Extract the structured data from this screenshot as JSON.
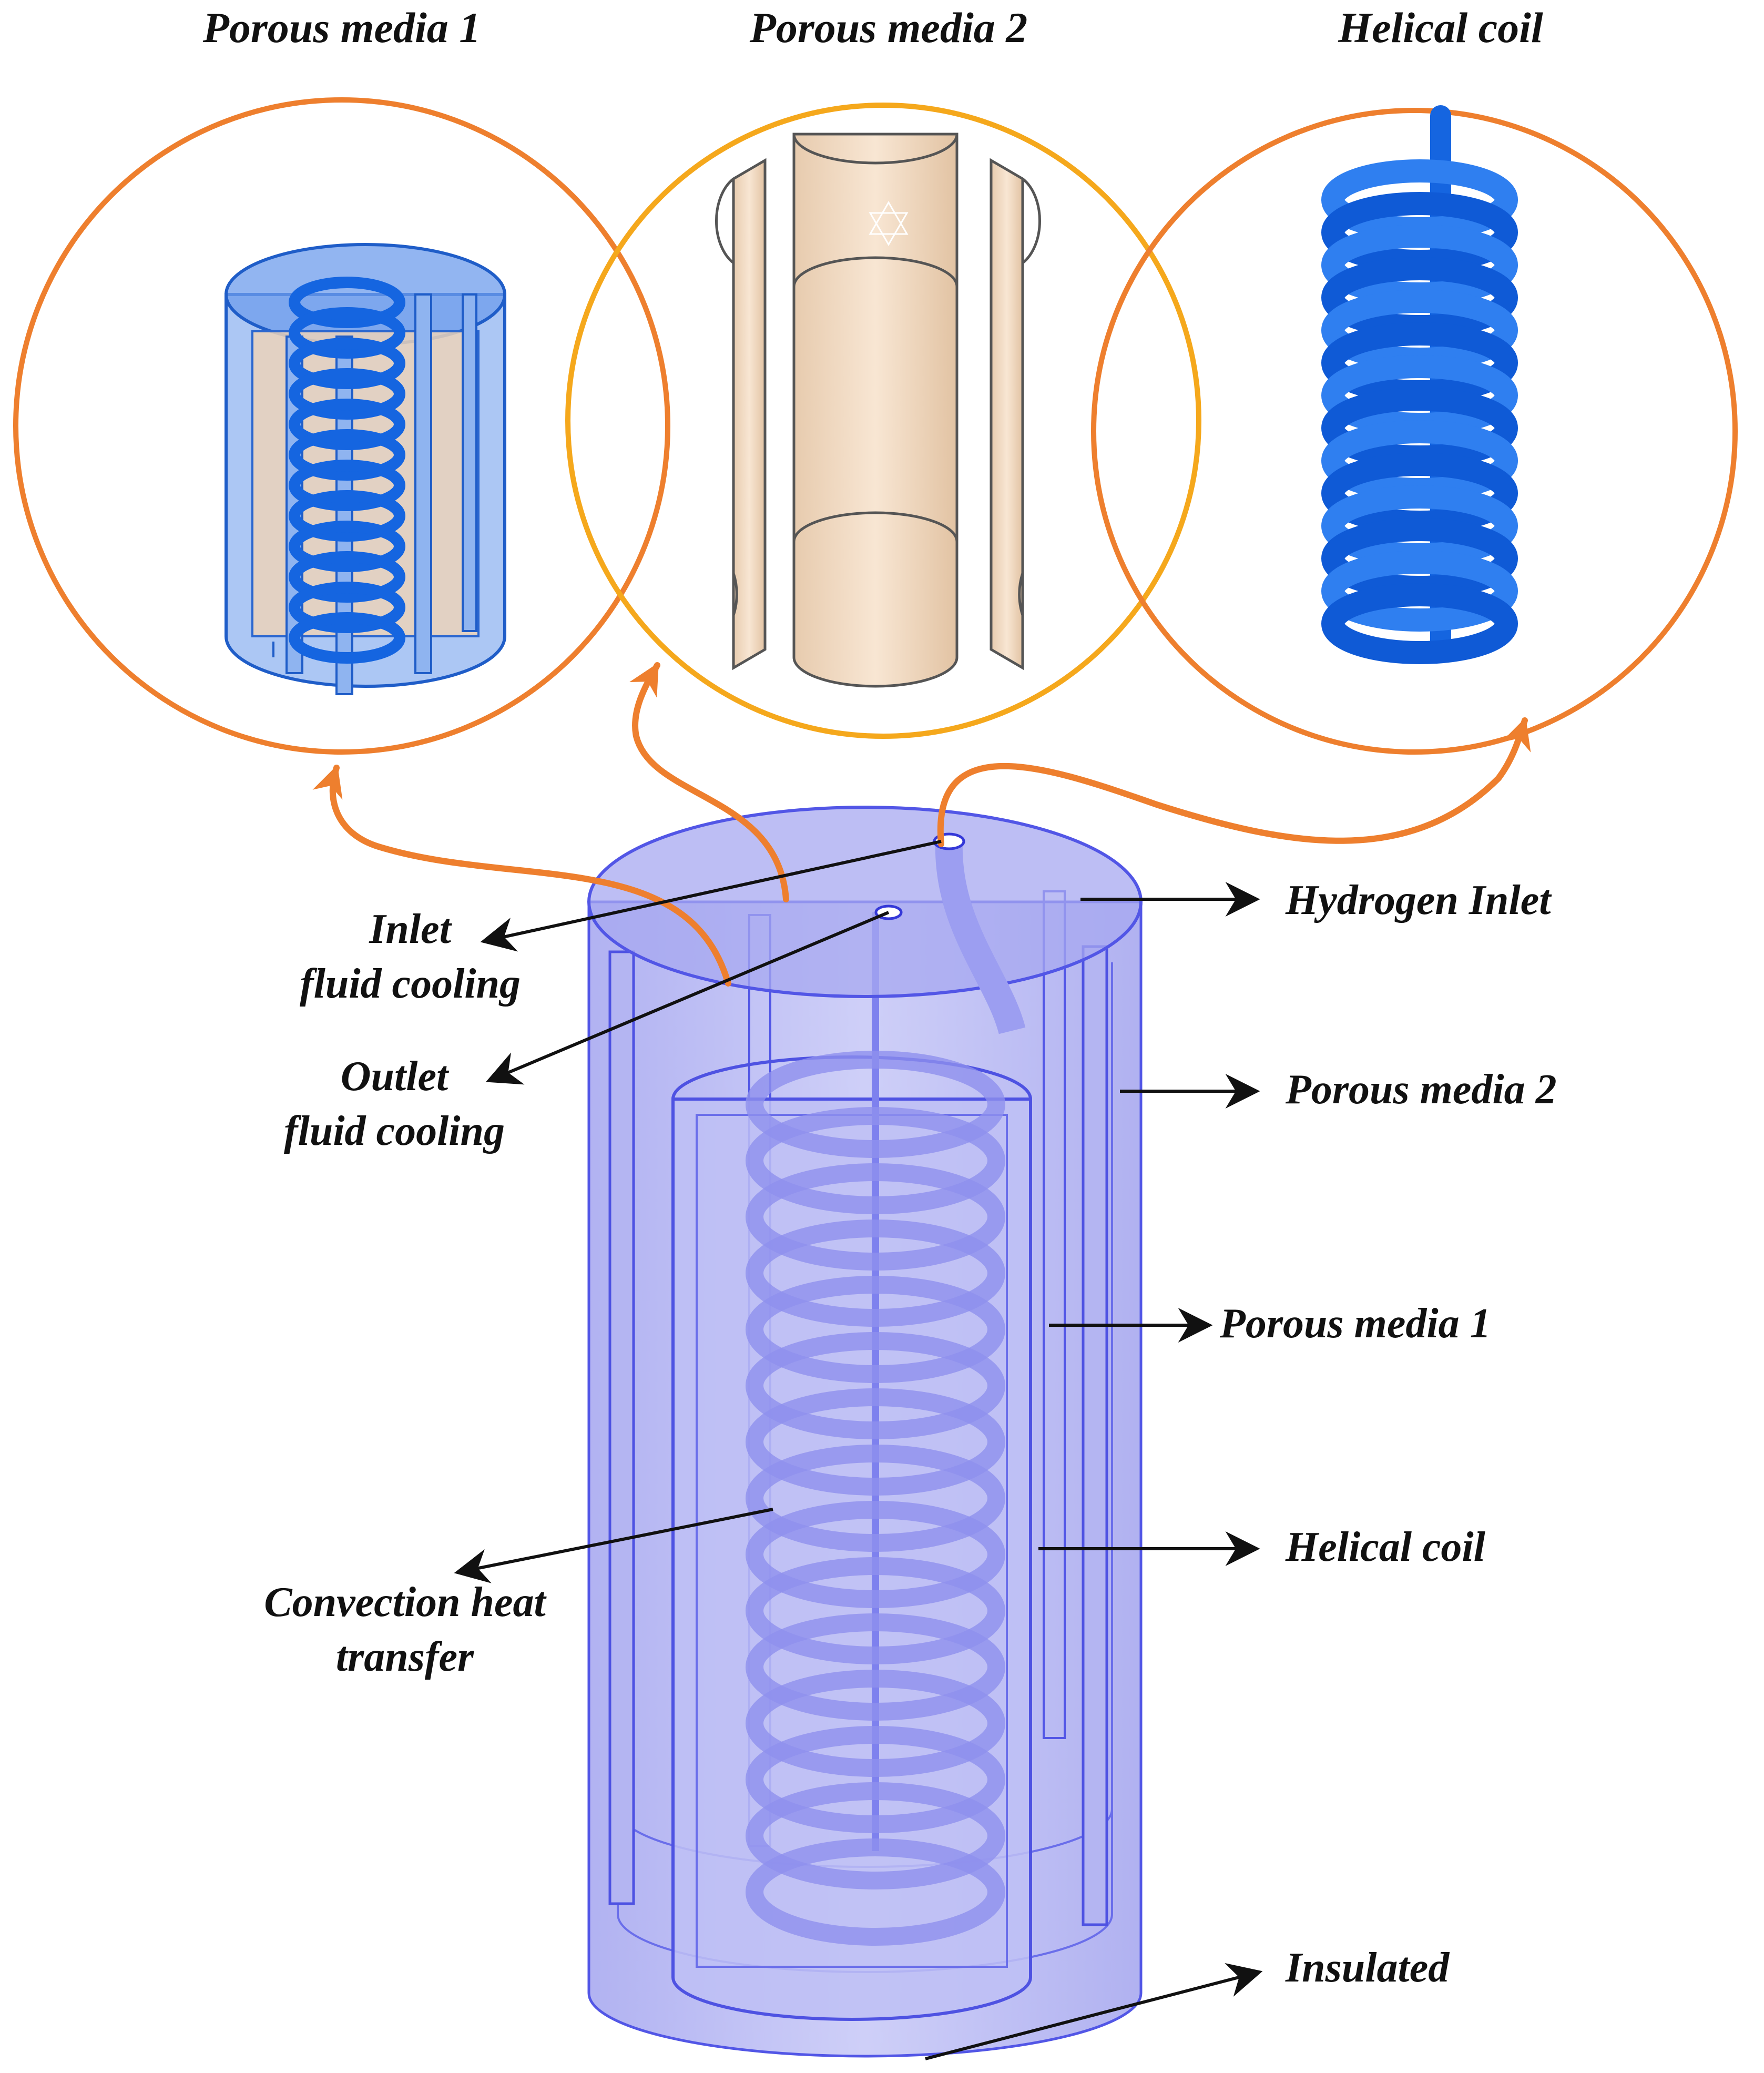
{
  "panels": {
    "porous_media_1": {
      "title": "Porous media 1"
    },
    "porous_media_2": {
      "title": "Porous media 2"
    },
    "helical_coil": {
      "title": "Helical coil"
    }
  },
  "labels": {
    "inlet_fluid_cooling": {
      "line1": "Inlet",
      "line2": "fluid cooling"
    },
    "outlet_fluid_cooling": {
      "line1": "Outlet",
      "line2": "fluid cooling"
    },
    "convection_heat_transfer": {
      "line1": "Convection heat",
      "line2": "transfer"
    },
    "hydrogen_inlet": "Hydrogen Inlet",
    "porous_media_2": "Porous media 2",
    "porous_media_1": "Porous media 1",
    "helical_coil": "Helical coil",
    "insulated": "Insulated"
  },
  "colors": {
    "circle_orange": "#EE7F2E",
    "circle_yellow": "#F5A81C",
    "tank_fill": "#B9BAF3",
    "tank_edge": "#5256E6",
    "coil_blue": "#1565E0",
    "porous_beige": "#F3DCC3",
    "arrow_black": "#111111"
  }
}
